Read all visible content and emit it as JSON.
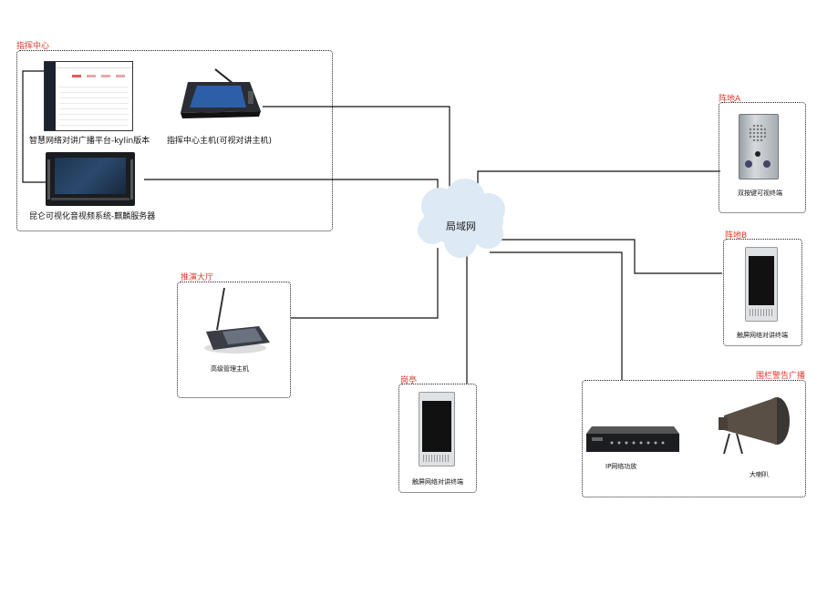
{
  "network": {
    "label": "局域网"
  },
  "zones": {
    "command_center": {
      "label": "指挥中心"
    },
    "position_a": {
      "label": "阵地A"
    },
    "position_b": {
      "label": "阵地B"
    },
    "exercise_hall": {
      "label": "推演大厅"
    },
    "sentry": {
      "label": "岗亭"
    },
    "fence": {
      "label": "围栏警告广播"
    }
  },
  "devices": {
    "platform": {
      "label": "智慧网络对讲广播平台-kylin版本",
      "icon": "monitor-software-icon"
    },
    "command_host": {
      "label": "指挥中心主机(可视对讲主机)",
      "icon": "tablet-console-icon"
    },
    "server": {
      "label": "昆仑可视化音视频系统-麒麟服务器",
      "icon": "rack-server-icon"
    },
    "dual_key": {
      "label": "双按键可视终端",
      "icon": "intercom-panel-icon"
    },
    "touch_b": {
      "label": "触屏网络对讲终端",
      "icon": "touch-terminal-icon"
    },
    "manager": {
      "label": "高级管理主机",
      "icon": "desk-mic-icon"
    },
    "touch_sentry": {
      "label": "触屏网络对讲终端",
      "icon": "touch-terminal-icon"
    },
    "amp": {
      "label": "IP网络功放",
      "icon": "amplifier-icon"
    },
    "horn": {
      "label": "大喇叭",
      "icon": "horn-speaker-icon"
    }
  }
}
